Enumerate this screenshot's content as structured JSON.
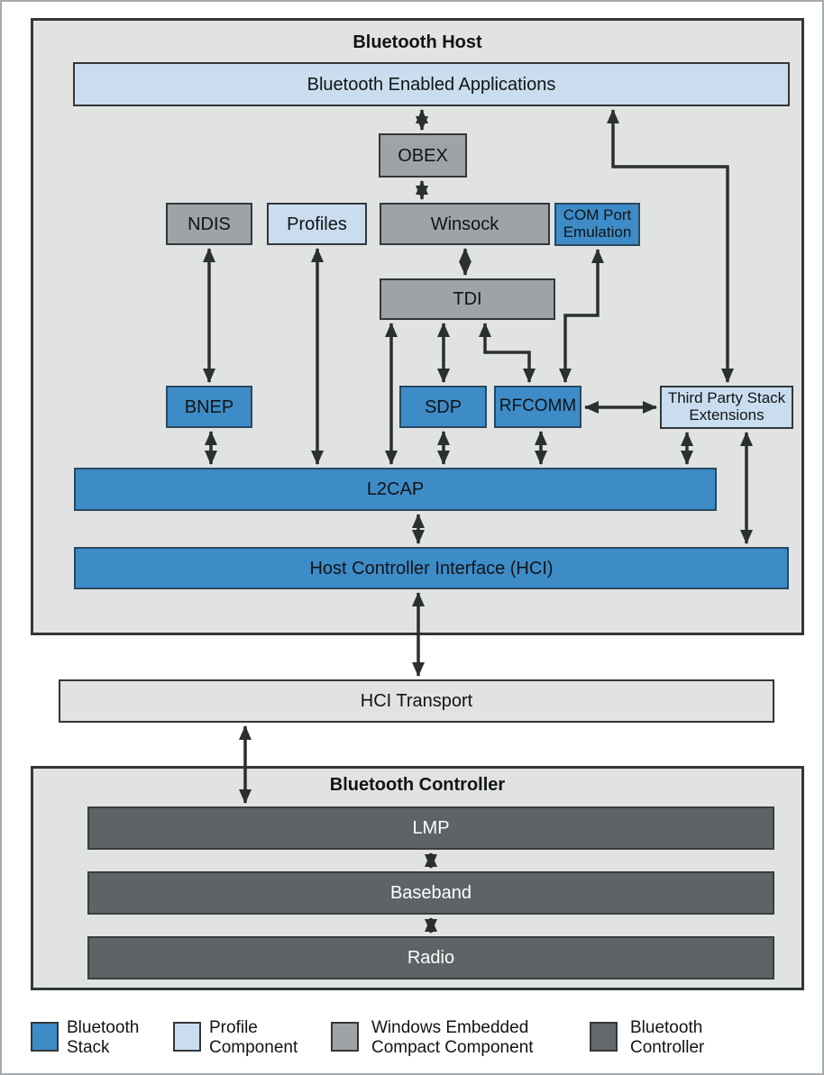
{
  "host": {
    "title": "Bluetooth Host",
    "boxes": {
      "apps": "Bluetooth Enabled Applications",
      "obex": "OBEX",
      "ndis": "NDIS",
      "profiles": "Profiles",
      "winsock": "Winsock",
      "com_port_emulation": "COM Port Emulation",
      "tdi": "TDI",
      "bnep": "BNEP",
      "sdp": "SDP",
      "rfcomm": "RFCOMM",
      "third_party": "Third Party Stack Extensions",
      "l2cap": "L2CAP",
      "hci": "Host Controller Interface (HCI)"
    }
  },
  "transport": {
    "label": "HCI Transport"
  },
  "controller": {
    "title": "Bluetooth Controller",
    "boxes": {
      "lmp": "LMP",
      "baseband": "Baseband",
      "radio": "Radio"
    }
  },
  "legend": {
    "bluetooth_stack": {
      "line1": "Bluetooth",
      "line2": "Stack",
      "color": "#3e8cc7"
    },
    "profile_component": {
      "line1": "Profile",
      "line2": "Component",
      "color": "#c9ddee"
    },
    "wec_component": {
      "line1": "Windows Embedded",
      "line2": "Compact Component",
      "color": "#9fa3a6"
    },
    "bluetooth_controller": {
      "line1": "Bluetooth",
      "line2": "Controller",
      "color": "#64696d"
    }
  }
}
